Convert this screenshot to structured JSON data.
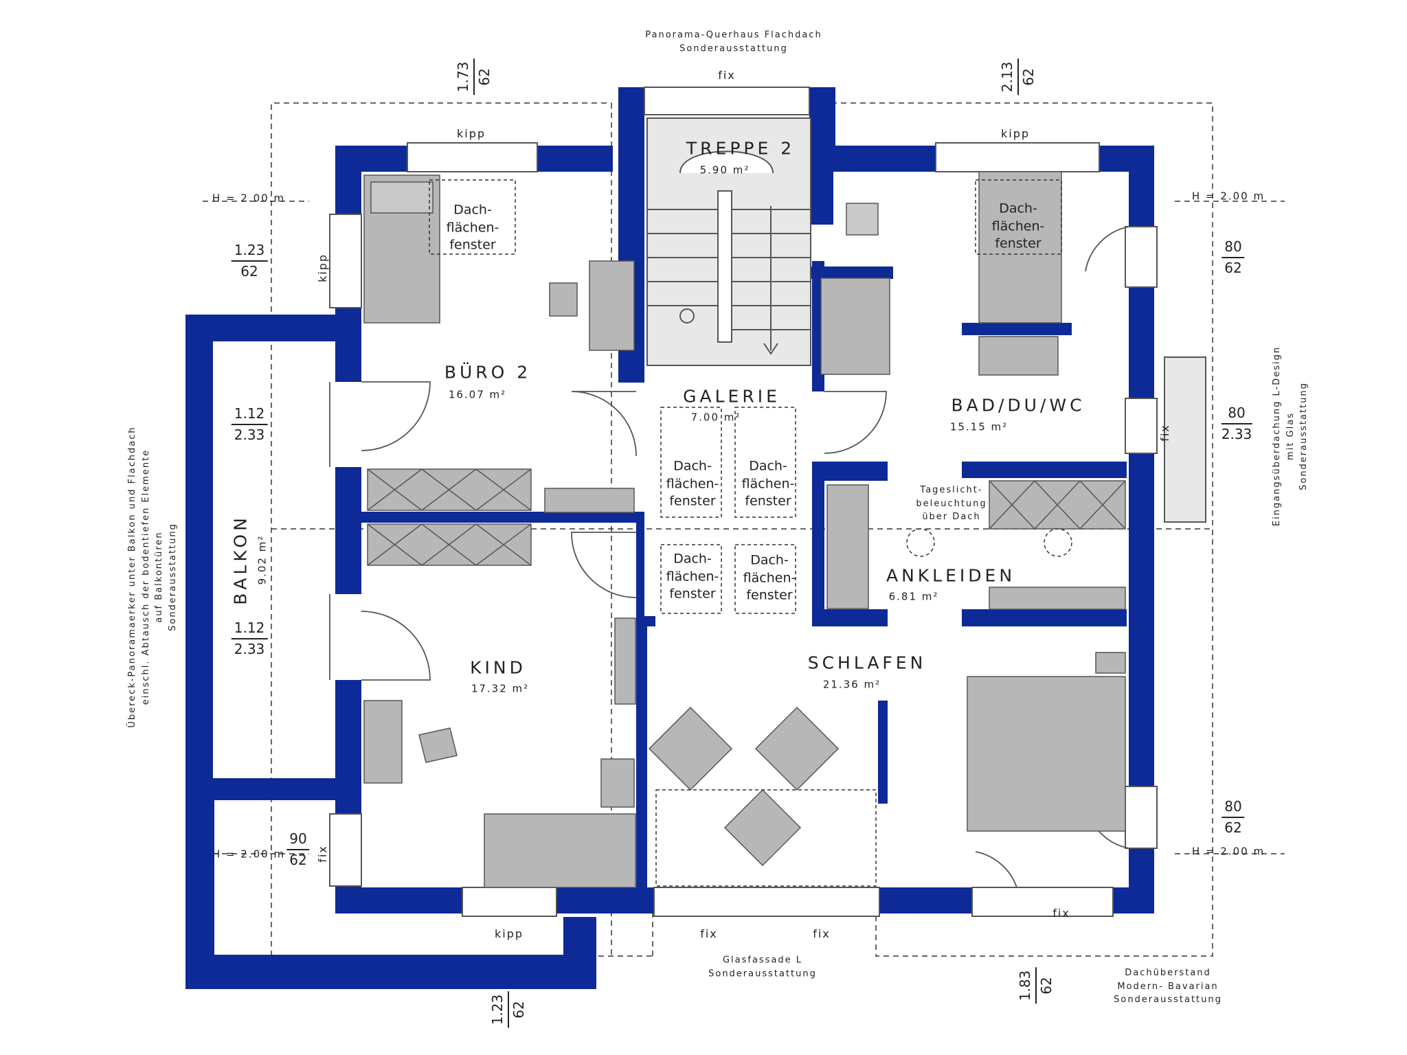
{
  "colors": {
    "wall": "#0d2a96",
    "furniture": "#b7b7b7",
    "furniture_stroke": "#555555",
    "text": "#222222",
    "dashed": "#333333"
  },
  "rooms": {
    "treppe": {
      "name": "TREPPE 2",
      "area": "5.90 m²"
    },
    "buero": {
      "name": "BÜRO 2",
      "area": "16.07 m²"
    },
    "galerie": {
      "name": "GALERIE",
      "area": "7.00 m²"
    },
    "bad": {
      "name": "BAD/DU/WC",
      "area": "15.15 m²"
    },
    "ankleiden": {
      "name": "ANKLEIDEN",
      "area": "6.81 m²"
    },
    "kind": {
      "name": "KIND",
      "area": "17.32 m²"
    },
    "schlafen": {
      "name": "SCHLAFEN",
      "area": "21.36 m²"
    },
    "balkon": {
      "name": "BALKON",
      "area": "9.02 m²"
    }
  },
  "skylight_label": "Dach-\nflächen-\nfenster",
  "daylight_label": "Tageslicht-\nbeleuchtung\nüber Dach",
  "window_labels": {
    "kipp": "kipp",
    "fix": "fix"
  },
  "height_marker": "H = 2.00 m",
  "notes": {
    "top": "Panorama-Querhaus Flachdach\nSonderausstattung",
    "left": "Übereck-Panoramaerker unter Balkon und Flachdach\neinschl. Abtausch der bodentiefen Elemente\nauf Balkontüren\nSonderausstattung",
    "right": "Eingangsüberdachung L-Design\nmit Glas\nSonderausstattung",
    "bottom_center": "Glasfassade L\nSonderausstattung",
    "bottom_right": "Dachüberstand\nModern- Bavarian\nSonderausstattung"
  },
  "dimensions": {
    "top_left": {
      "num": "1.73",
      "den": "62"
    },
    "top_right": {
      "num": "2.13",
      "den": "62"
    },
    "left_upper": {
      "num": "1.23",
      "den": "62"
    },
    "balkon_upper": {
      "num": "1.12",
      "den": "2.33"
    },
    "balkon_lower": {
      "num": "1.12",
      "den": "2.33"
    },
    "left_lower": {
      "num": "90",
      "den": "62"
    },
    "bottom_left": {
      "num": "1.23",
      "den": "62"
    },
    "bottom_right": {
      "num": "1.83",
      "den": "62"
    },
    "right_upper": {
      "num": "80",
      "den": "62"
    },
    "right_middle": {
      "num": "80",
      "den": "2.33"
    },
    "right_lower": {
      "num": "80",
      "den": "62"
    }
  }
}
